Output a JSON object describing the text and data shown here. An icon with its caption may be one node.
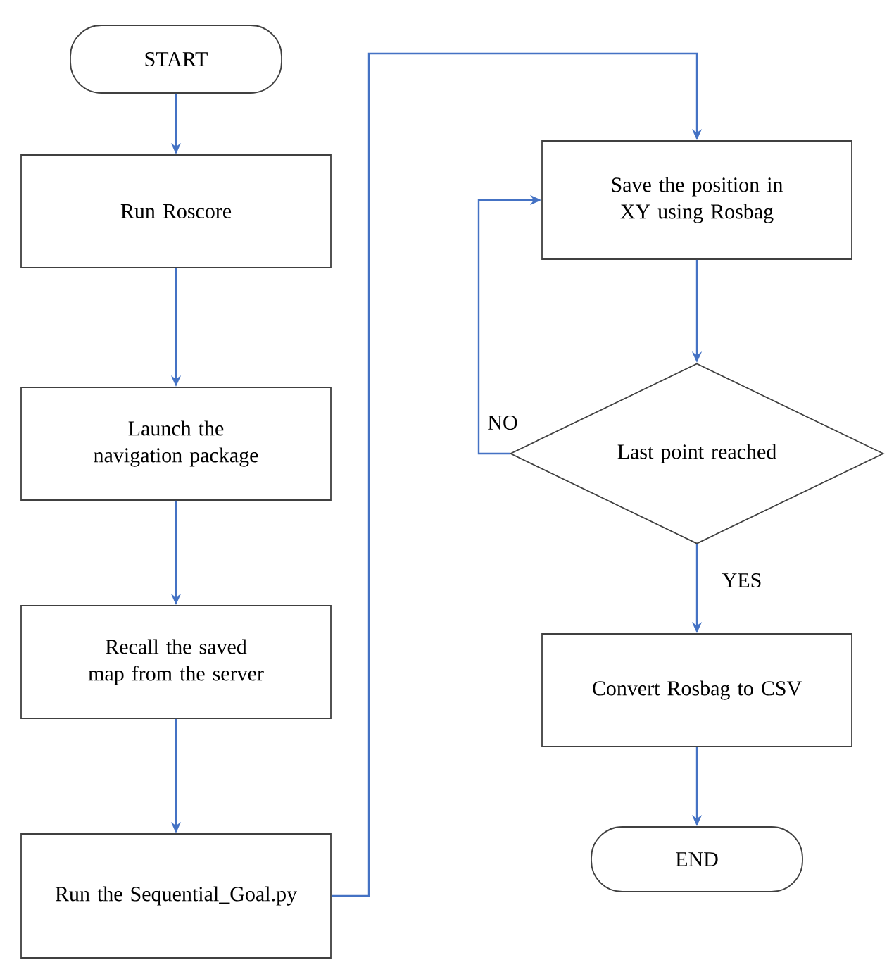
{
  "diagram": {
    "nodes": [
      {
        "text": [
          "START"
        ]
      },
      {
        "text": [
          "Run Roscore"
        ]
      },
      {
        "text": [
          "Launch the navigation package"
        ]
      },
      {
        "text": [
          "Recall the saved map from the server"
        ]
      },
      {
        "text": [
          "Run the Sequential_Goal.py"
        ]
      },
      {
        "text": [
          "Save the position in XY using Rosbag"
        ]
      },
      {
        "text": [
          "Last point reached"
        ]
      },
      {
        "text": [
          "Convert Rosbag to CSV"
        ]
      },
      {
        "text": [
          "END"
        ]
      }
    ],
    "edges": [
      {
        "from": 0,
        "to": 1,
        "arrow": "to"
      },
      {
        "from": 1,
        "to": 2,
        "arrow": "to"
      },
      {
        "from": 2,
        "to": 3,
        "arrow": "to"
      },
      {
        "from": 3,
        "to": 4,
        "arrow": "to"
      },
      {
        "from": 4,
        "to": 5,
        "arrow": "to"
      },
      {
        "from": 5,
        "to": 6,
        "arrow": "to"
      },
      {
        "from": 6,
        "to": 5,
        "arrow": "to",
        "label": "NO"
      },
      {
        "from": 6,
        "to": 7,
        "arrow": "to",
        "label": "YES"
      },
      {
        "from": 7,
        "to": 8,
        "arrow": "to"
      }
    ]
  }
}
